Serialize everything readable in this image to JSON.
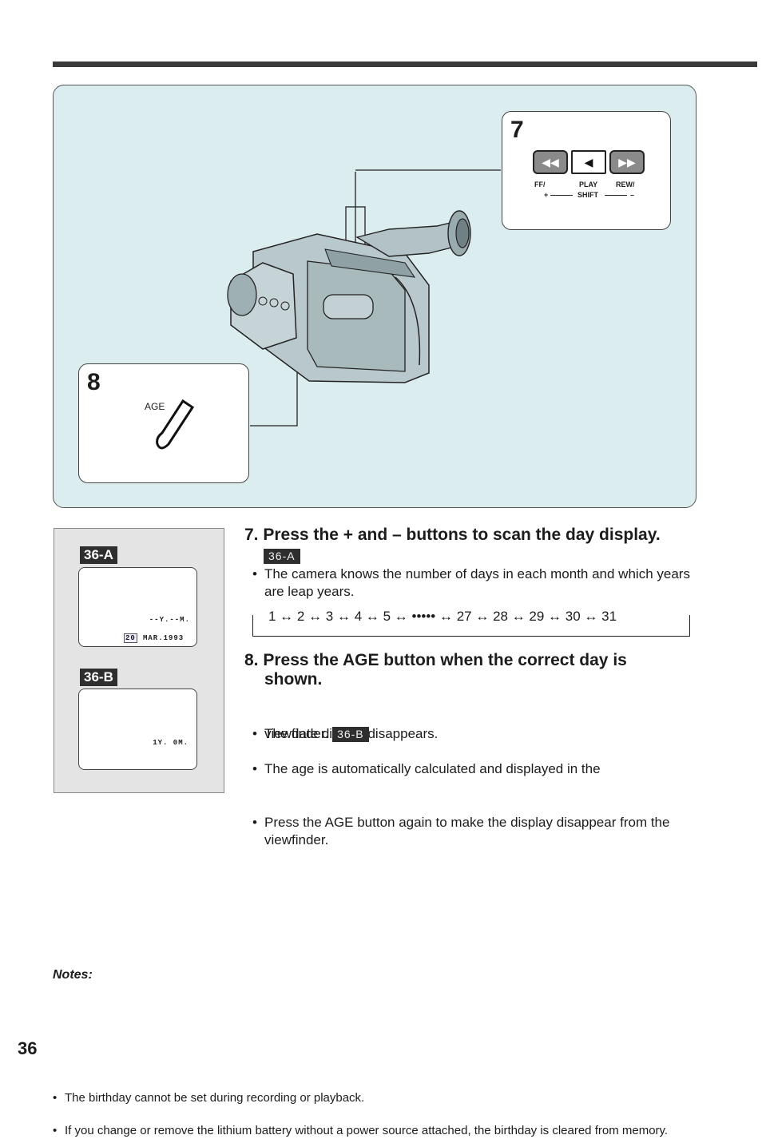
{
  "illustration": {
    "callout7": {
      "number": "7",
      "buttons": [
        {
          "icon": "rewind-icon",
          "glyph": "◀◀"
        },
        {
          "icon": "play-icon",
          "glyph": "◀"
        },
        {
          "icon": "fast-forward-icon",
          "glyph": "▶▶"
        }
      ],
      "label_ff": "FF/",
      "label_play": "PLAY",
      "label_rew": "REW/",
      "label_plus": "+",
      "label_shift": "SHIFT",
      "label_minus": "–"
    },
    "callout8": {
      "number": "8",
      "button_label": "AGE"
    }
  },
  "sidebar": {
    "tag_a": "36-A",
    "screen_a": {
      "line1": "--Y.--M.",
      "day": "20",
      "line2": "MAR.1993"
    },
    "tag_b": "36-B",
    "screen_b": {
      "line1": "1Y. 0M."
    }
  },
  "step7": {
    "heading": "7. Press the + and – buttons to scan the day display.",
    "ref": "36-A",
    "bullet1": "The camera knows the number of days in each month and which years are leap years.",
    "sequence": "1 ↔ 2 ↔ 3 ↔ 4 ↔ 5 ↔ ••••• ↔ 27 ↔ 28 ↔ 29 ↔ 30 ↔ 31"
  },
  "step8": {
    "heading_line1": "8. Press the AGE button when the correct day is",
    "heading_line2": "shown.",
    "bullet1": "The date display disappears.",
    "bullet2a": "The age is automatically calculated and displayed in the",
    "bullet2b": "viewfinder.",
    "ref": "36-B",
    "bullet3": "Press the AGE button again to make the display disappear from the viewfinder."
  },
  "notes": {
    "title": "Notes:",
    "items": [
      "The birthday cannot be set during recording or playback.",
      "If you change or remove the lithium battery without a power source attached, the birthday is cleared from memory."
    ]
  },
  "page_number": "36"
}
